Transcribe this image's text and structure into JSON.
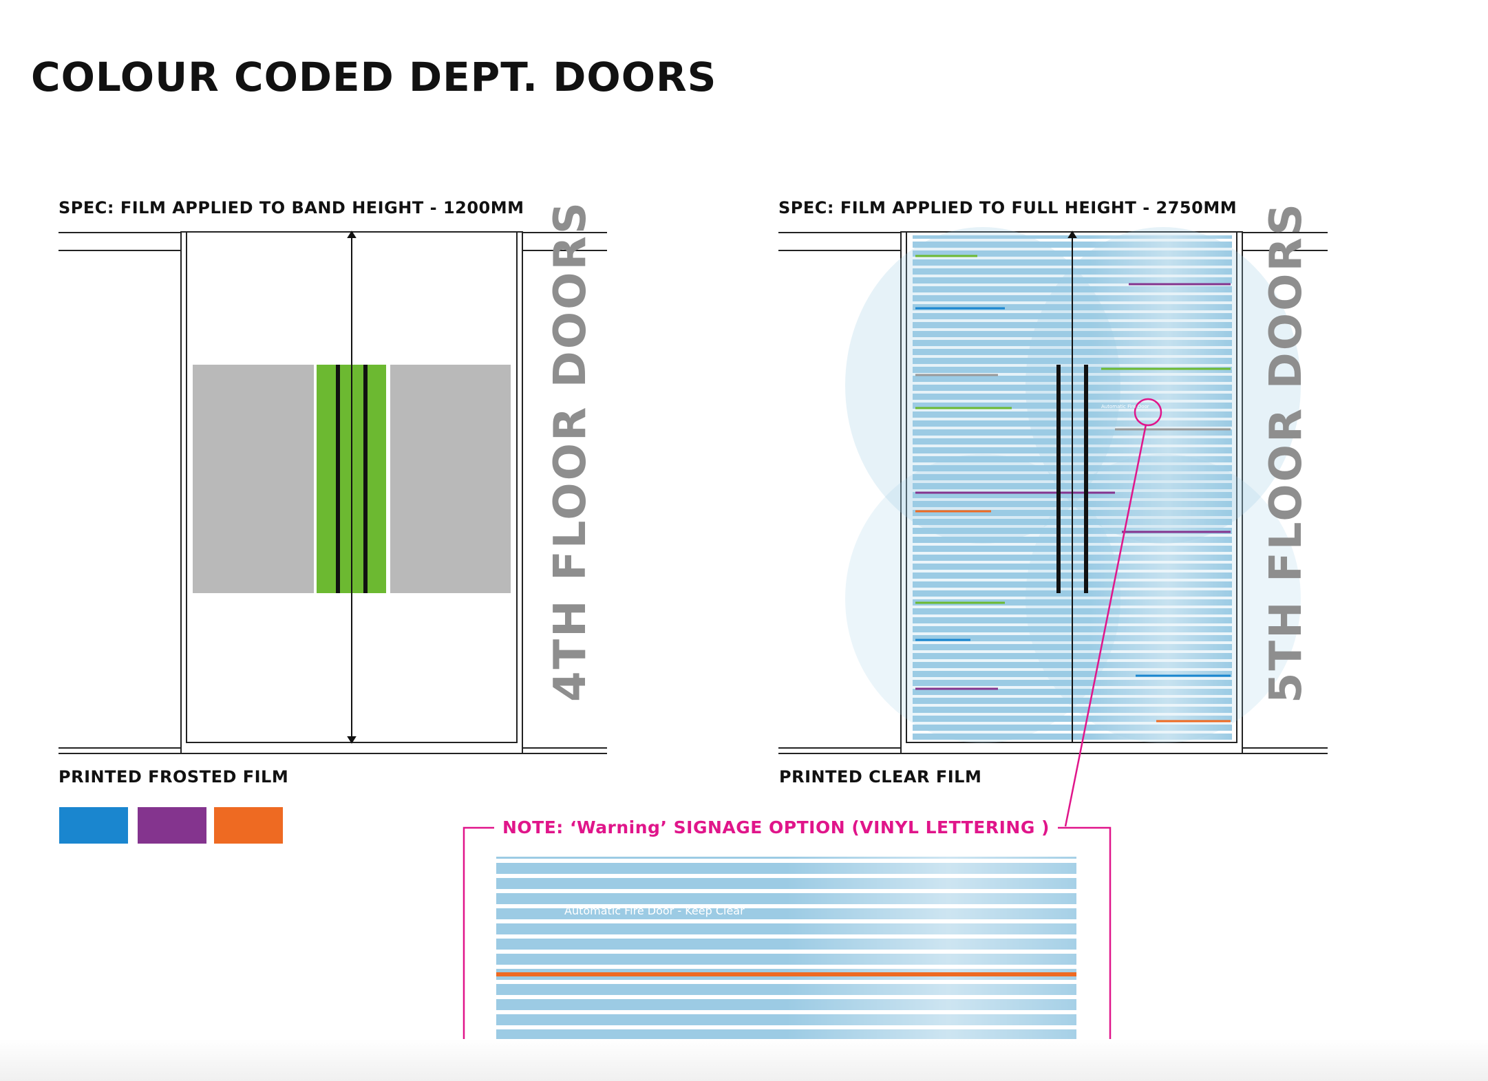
{
  "title": "COLOUR CODED DEPT. DOORS",
  "left_panel": {
    "spec": "SPEC: FILM APPLIED TO BAND HEIGHT - 1200MM",
    "floor_label": "4TH FLOOR DOORS",
    "film_label": "PRINTED FROSTED FILM",
    "band_color": "#b9b9b9",
    "accent_color": "#6cb931"
  },
  "right_panel": {
    "spec": "SPEC: FILM APPLIED TO FULL HEIGHT - 2750MM",
    "floor_label": "5TH FLOOR DOORS",
    "film_label": "PRINTED CLEAR FILM",
    "film_color": "#9ccbe4"
  },
  "swatches": [
    {
      "name": "blue",
      "color": "#1a86cf"
    },
    {
      "name": "purple",
      "color": "#84348e"
    },
    {
      "name": "orange",
      "color": "#ee6a22"
    }
  ],
  "note": {
    "label": "NOTE: ‘Warning’ SIGNAGE OPTION (VINYL LETTERING )",
    "sign_text": "Automatic Fire Door - Keep Clear",
    "color": "#e0158a"
  }
}
